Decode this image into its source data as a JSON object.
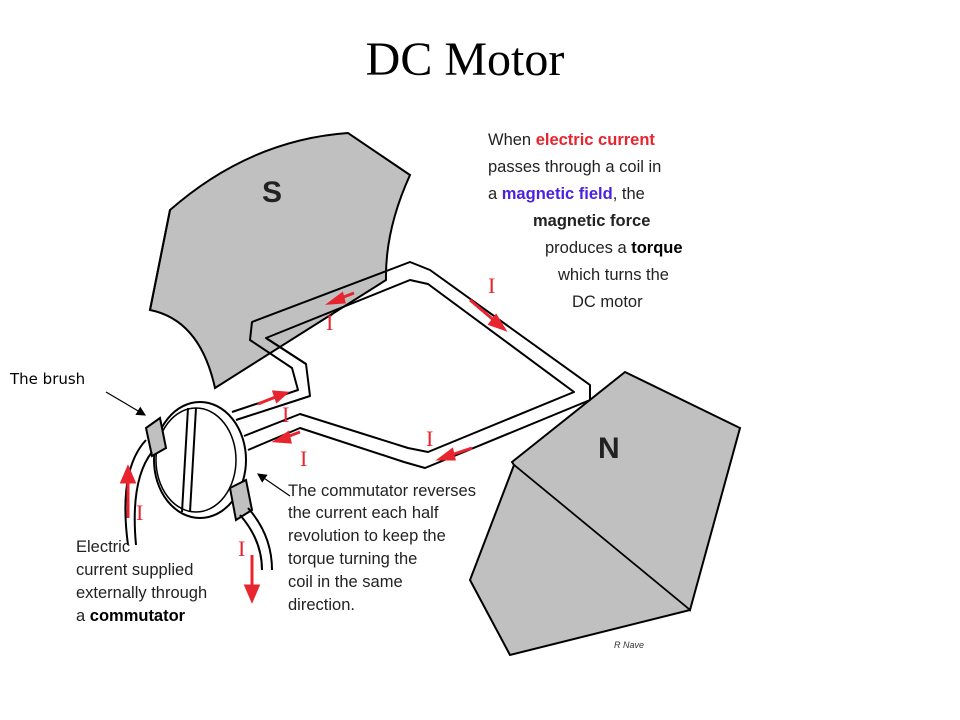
{
  "title": "DC Motor",
  "colors": {
    "magnet_fill": "#c0c0c0",
    "outline": "#000000",
    "current_red": "#e8242e",
    "field_blue": "#4a22e0",
    "force_green": "#34a02c",
    "text": "#222222"
  },
  "poles": {
    "south": "S",
    "north": "N"
  },
  "current_symbol": "I",
  "brush_label": "The brush",
  "explanation": {
    "line1_pre": "When ",
    "line1_hl": "electric current",
    "line2": "passes through a  coil in",
    "line3_pre": "a ",
    "line3_hl": "magnetic field",
    "line3_post": ", the",
    "line4_hl": "magnetic force",
    "line5_pre": "produces a ",
    "line5_hl": "torque",
    "line6": "which turns the",
    "line7": "DC motor"
  },
  "commutator_note": {
    "line1": "The commutator reverses",
    "line2": "the current each half",
    "line3": "revolution to keep the",
    "line4": "torque turning the",
    "line5": "coil in the same",
    "line6": "direction."
  },
  "supply_note": {
    "line1": "Electric",
    "line2": "current supplied",
    "line3": "externally through",
    "line4_pre": "a ",
    "line4_hl": "commutator"
  },
  "credit": "R Nave"
}
